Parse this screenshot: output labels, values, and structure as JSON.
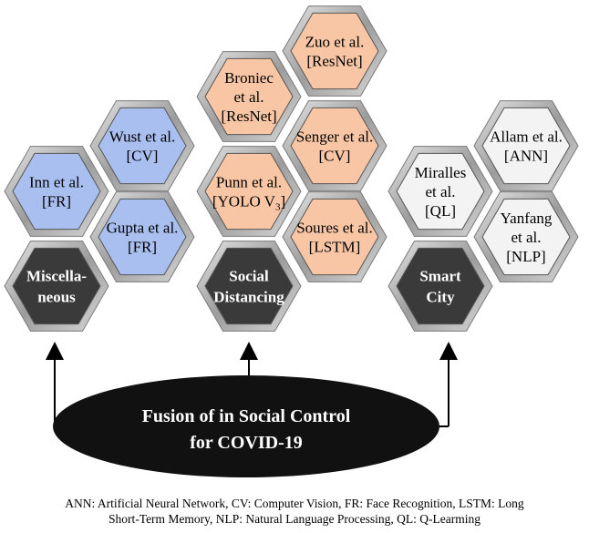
{
  "groups": [
    {
      "category": [
        "Miscella-",
        "neous"
      ],
      "fill": "#a9bff0",
      "items": [
        [
          "Inn et al.",
          "[FR]"
        ],
        [
          "Wust et al.",
          "[CV]"
        ],
        [
          "Gupta et al.",
          "[FR]"
        ]
      ]
    },
    {
      "category": [
        "Social",
        "Distancing"
      ],
      "fill": "#f8c6a4",
      "items": [
        [
          "Broniec",
          "et al.",
          "[ResNet]"
        ],
        [
          "Punn et al.",
          "[YOLO V3]"
        ],
        [
          "Zuo et al.",
          "[ResNet]"
        ],
        [
          "Senger et al.",
          "[CV]"
        ],
        [
          "Soures et al.",
          "[LSTM]"
        ]
      ]
    },
    {
      "category": [
        "Smart",
        "City"
      ],
      "fill": "#f3f3f3",
      "items": [
        [
          "Miralles",
          "et al.",
          "[QL]"
        ],
        [
          "Allam et al.",
          "[ANN]"
        ],
        [
          "Yanfang",
          "et al.",
          "[NLP]"
        ]
      ]
    }
  ],
  "center": [
    "Fusion of in Social Control",
    "for COVID-19"
  ],
  "caption": [
    "ANN: Artificial Neural Network, CV: Computer Vision, FR: Face Recognition, LSTM: Long",
    "Short-Term Memory, NLP: Natural Language Processing, QL: Q-Learming"
  ],
  "colors": {
    "category_fill": "#3a3a3a",
    "frame": "#a0a0a0",
    "ellipse": "#111111",
    "arrow": "#000000"
  }
}
